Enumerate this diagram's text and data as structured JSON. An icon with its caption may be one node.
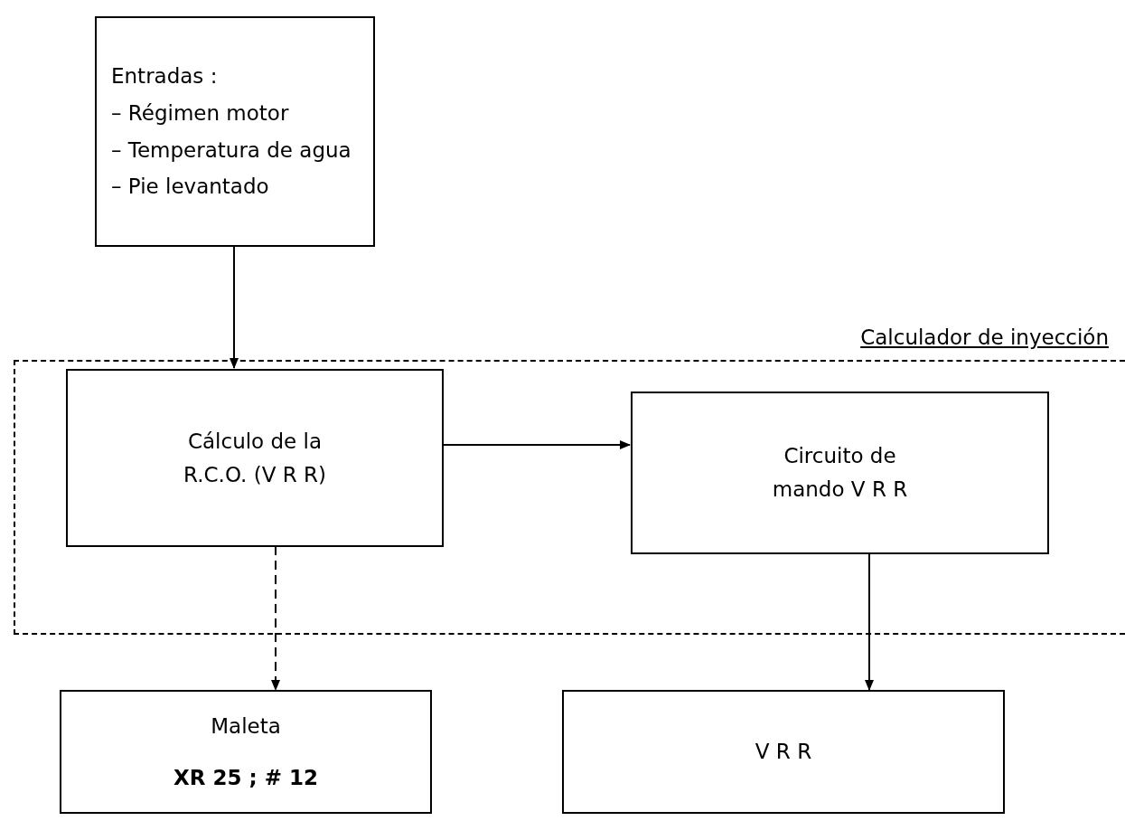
{
  "diagram": {
    "nodes": [
      {
        "text": [
          "Entradas :",
          "– Régimen motor",
          "– Temperatura de agua",
          "– Pie levantado"
        ]
      },
      {
        "text": [
          "Calculador de inyección"
        ]
      },
      {
        "text": [
          "Cálculo de la R.C.O. (V R R)"
        ],
        "in": 1
      },
      {
        "text": [
          "Circuito de mando V R R"
        ],
        "in": 1
      },
      {
        "text": [
          "Maleta",
          "XR 25 ; # 12"
        ]
      },
      {
        "text": [
          "V R R"
        ]
      }
    ],
    "edges": [
      {
        "from": 0,
        "to": 2,
        "arrow": "to"
      },
      {
        "from": 2,
        "to": 3,
        "arrow": "to"
      },
      {
        "from": 2,
        "to": 4,
        "arrow": "to",
        "style": "dashed"
      },
      {
        "from": 3,
        "to": 5,
        "arrow": "to"
      }
    ]
  }
}
